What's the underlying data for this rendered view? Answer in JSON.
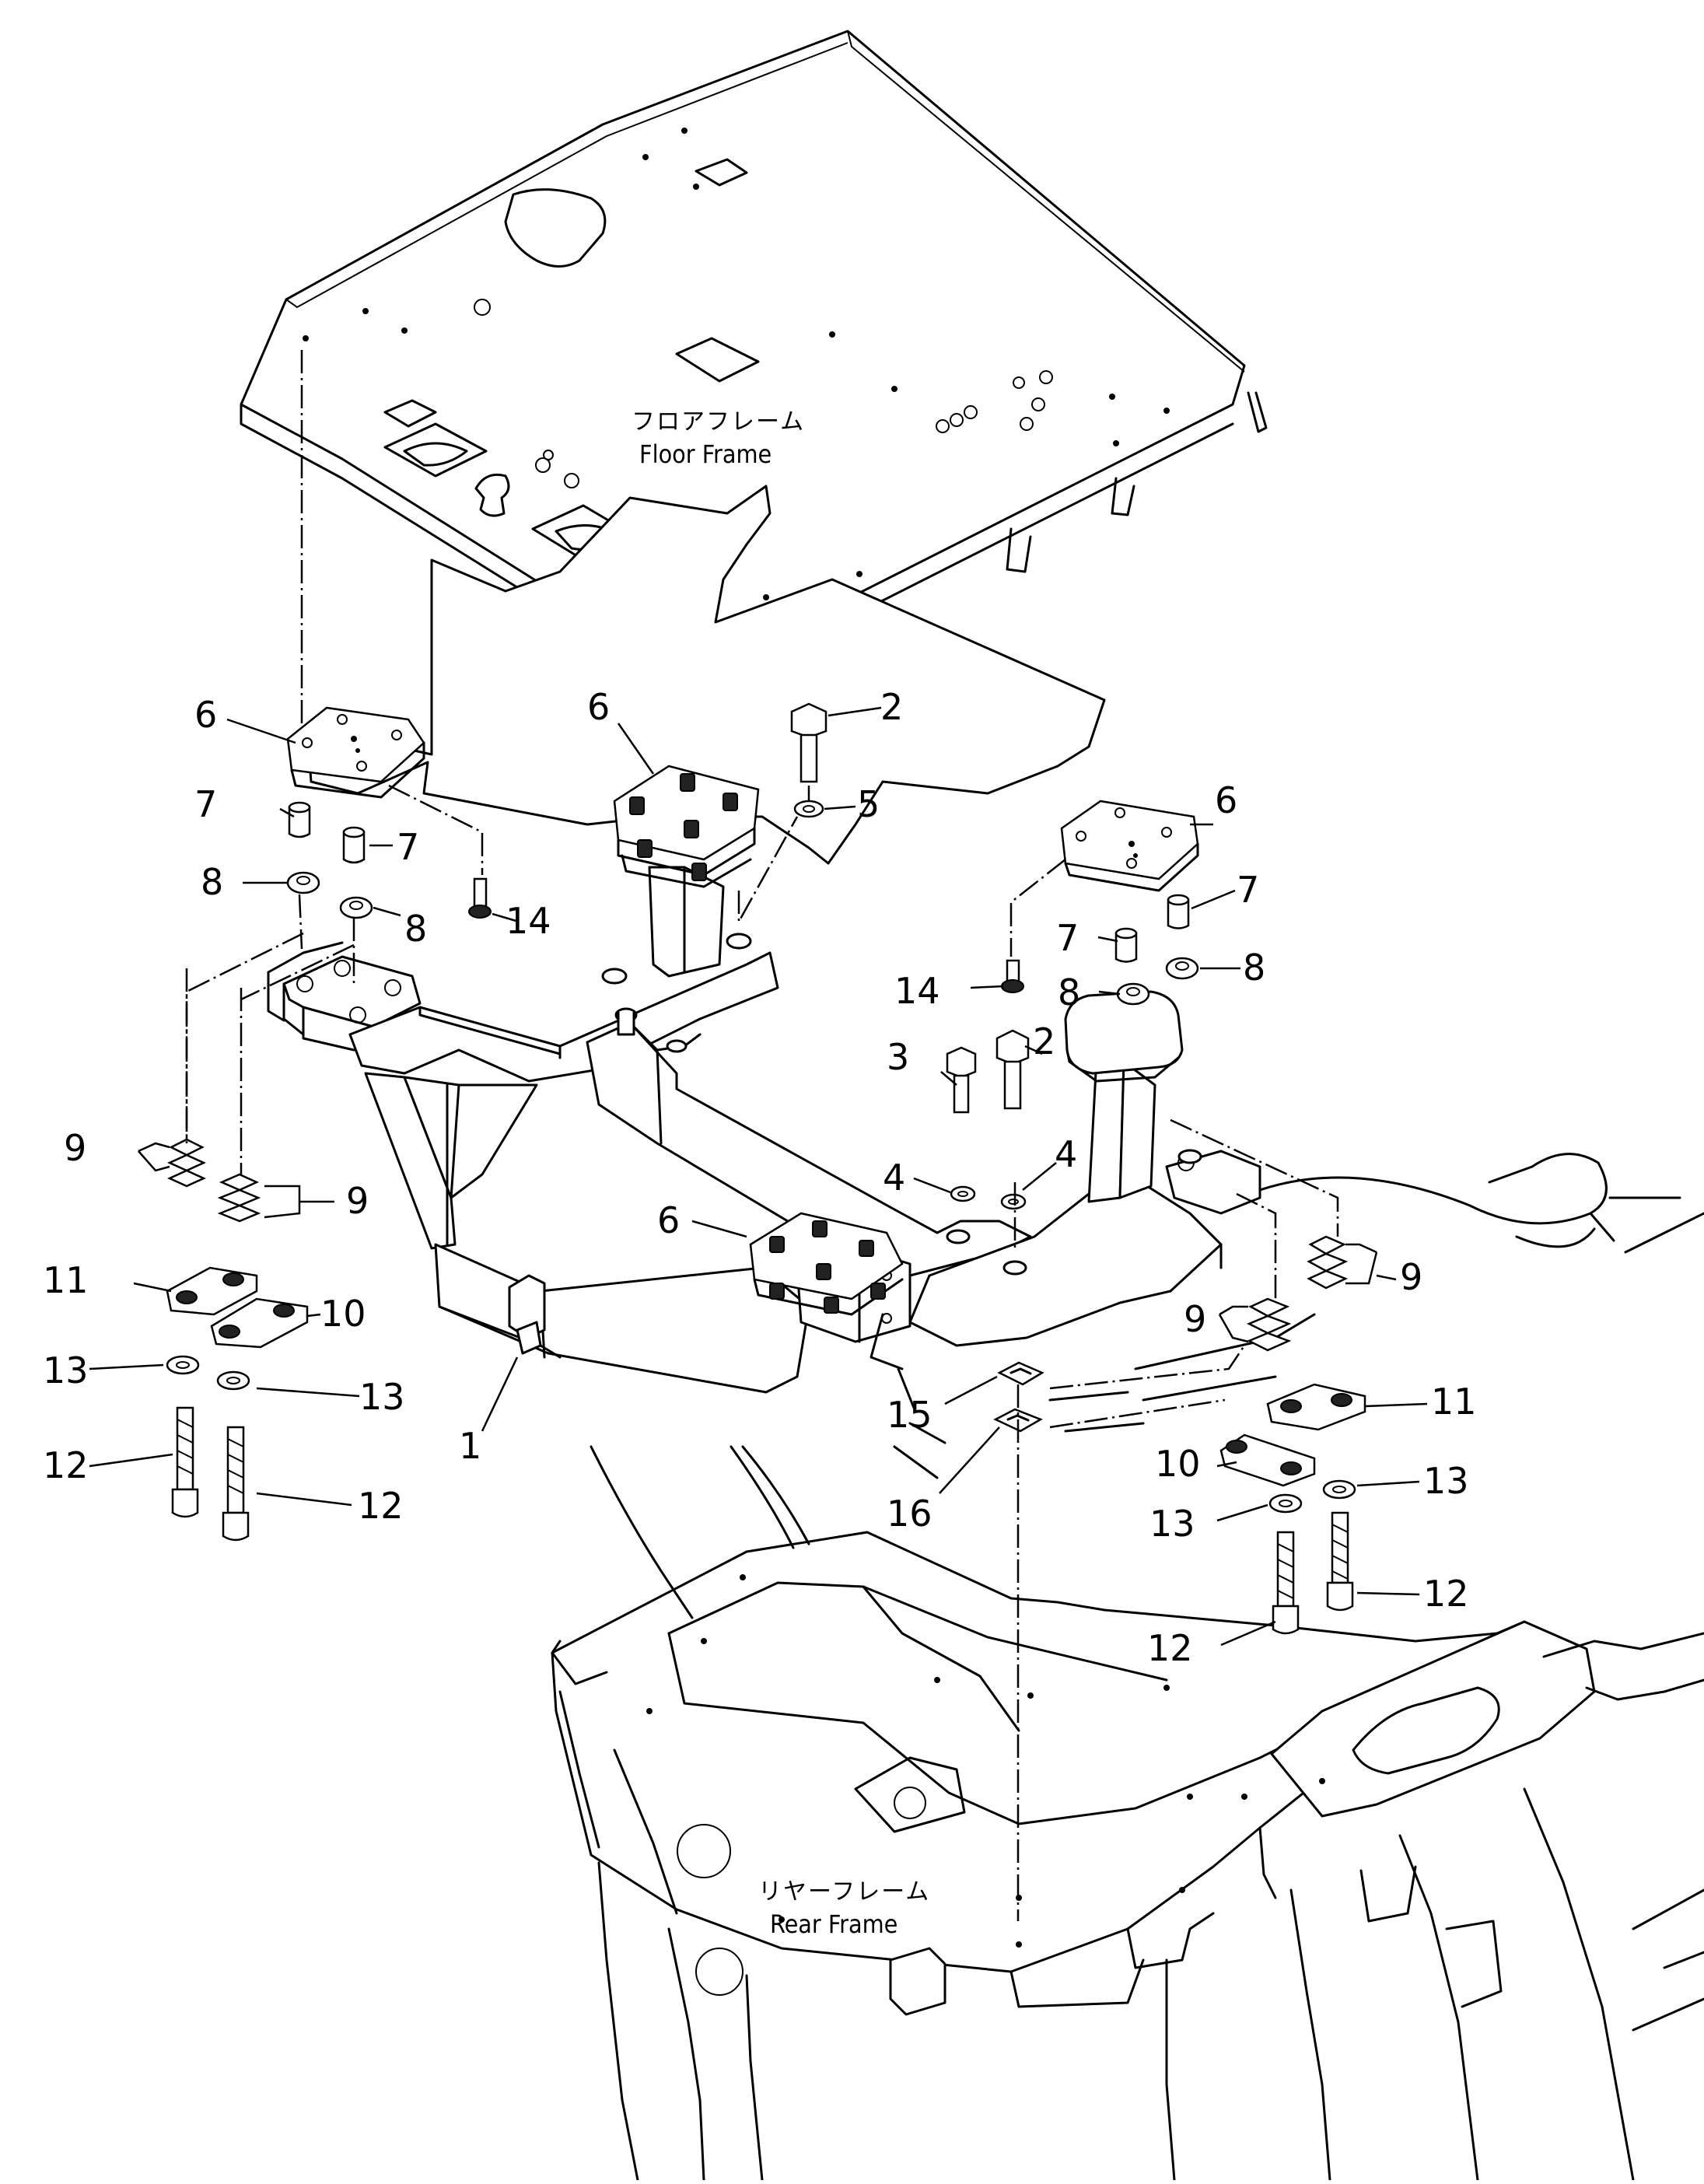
{
  "floor_frame": {
    "label_jp": "フロアフレーム",
    "label_en": "Floor Frame"
  },
  "rear_frame": {
    "label_jp": "リヤーフレーム",
    "label_en": "Rear Frame"
  },
  "callouts": [
    "1",
    "2",
    "2",
    "3",
    "4",
    "4",
    "5",
    "6",
    "6",
    "6",
    "6",
    "7",
    "7",
    "7",
    "7",
    "8",
    "8",
    "8",
    "8",
    "9",
    "9",
    "9",
    "9",
    "10",
    "10",
    "11",
    "11",
    "12",
    "12",
    "12",
    "12",
    "13",
    "13",
    "13",
    "13",
    "14",
    "14",
    "15",
    "16"
  ]
}
